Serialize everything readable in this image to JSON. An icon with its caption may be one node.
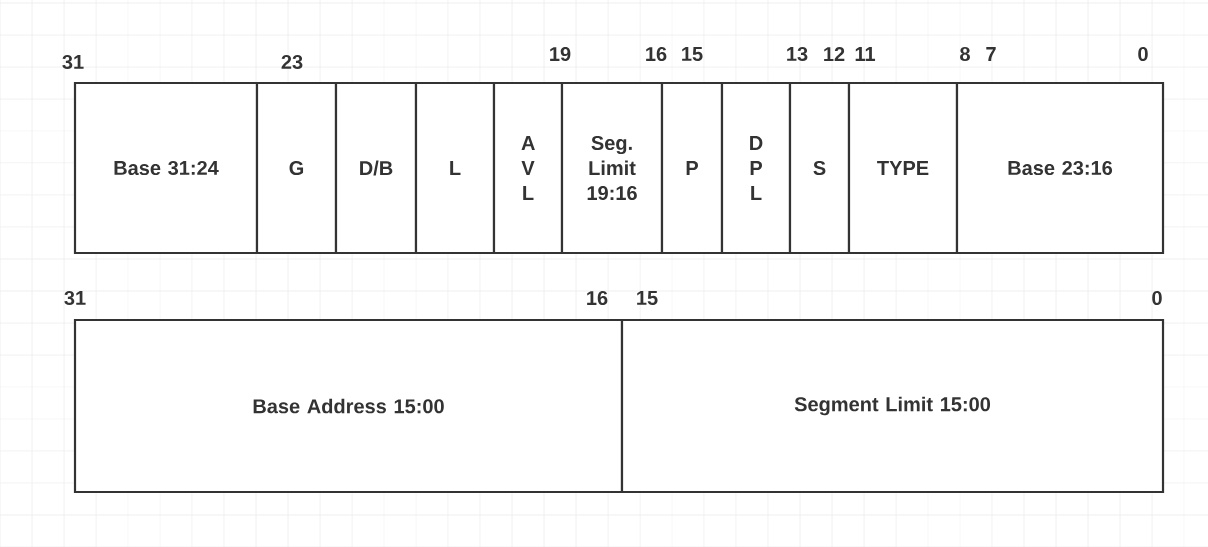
{
  "diagram": {
    "nodes": [
      {
        "text": [
          "Base 31:24"
        ]
      },
      {
        "text": [
          "G"
        ]
      },
      {
        "text": [
          "D/B"
        ]
      },
      {
        "text": [
          "L"
        ]
      },
      {
        "text": [
          "A V L"
        ]
      },
      {
        "text": [
          "Seg. Limit 19:16"
        ]
      },
      {
        "text": [
          "P"
        ]
      },
      {
        "text": [
          "D P L"
        ]
      },
      {
        "text": [
          "S"
        ]
      },
      {
        "text": [
          "TYPE"
        ]
      },
      {
        "text": [
          "Base 23:16"
        ]
      },
      {
        "text": [
          "Base Address 15:00"
        ]
      },
      {
        "text": [
          "Segment Limit 15:00"
        ]
      }
    ],
    "labels": [
      "31",
      "23",
      "19",
      "16",
      "15",
      "13",
      "12",
      "11",
      "8",
      "7",
      "0",
      "31",
      "16",
      "15",
      "0"
    ]
  }
}
